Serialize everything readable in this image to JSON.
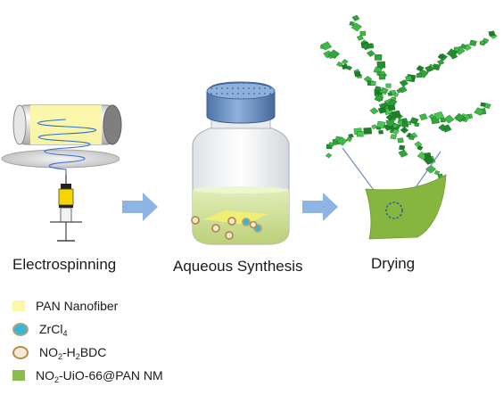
{
  "steps": [
    {
      "label": "Electrospinning"
    },
    {
      "label": "Aqueous Synthesis"
    },
    {
      "label": "Drying"
    }
  ],
  "legend": {
    "pan": {
      "label": "PAN Nanofiber",
      "color": "#fbf7a6"
    },
    "zr": {
      "prefix": "ZrCl",
      "sub": "4",
      "suffix": "",
      "fill": "#35b7d6",
      "ring": "#b7a27a"
    },
    "linker": {
      "prefix": "NO",
      "sub": "2",
      "suffix": "-H",
      "sub2": "2",
      "suffix2": "BDC",
      "fill": "#f3ead6",
      "ring": "#b88a4a"
    },
    "product": {
      "prefix": "NO",
      "sub": "2",
      "suffix": "-UiO-66@PAN NM",
      "color": "#8bbd4c"
    }
  },
  "colors": {
    "arrow": "#8eb4e3",
    "mof_crystal": "#2fa53a",
    "membrane": "#86b63f",
    "cap": "#6e97c9",
    "collector": "#fbf7a6"
  }
}
